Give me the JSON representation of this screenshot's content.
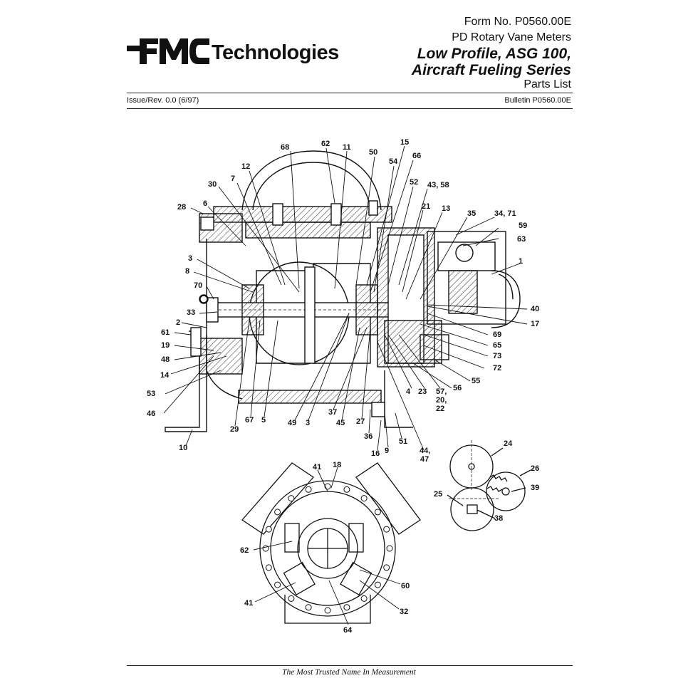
{
  "header": {
    "logo_text": "Technologies",
    "logo_mark": "FMC",
    "form_no": "Form No. P0560.00E",
    "product_line": "PD Rotary Vane Meters",
    "title_line1": "Low Profile, ASG 100,",
    "title_line2": "Aircraft Fueling Series",
    "doc_type": "Parts List",
    "issue": "Issue/Rev. 0.0 (6/97)",
    "bulletin": "Bulletin P0560.00E"
  },
  "callouts": {
    "main": [
      "68",
      "62",
      "11",
      "50",
      "15",
      "66",
      "12",
      "54",
      "7",
      "30",
      "52",
      "43, 58",
      "28",
      "6",
      "21",
      "13",
      "35",
      "34, 71",
      "59",
      "63",
      "3",
      "1",
      "8",
      "70",
      "33",
      "40",
      "2",
      "69",
      "17",
      "61",
      "65",
      "19",
      "73",
      "48",
      "72",
      "14",
      "55",
      "53",
      "56",
      "46",
      "67",
      "5",
      "49",
      "3",
      "37",
      "45",
      "27",
      "57,",
      "20,",
      "22",
      "4",
      "23",
      "29",
      "36",
      "9",
      "51",
      "16",
      "44,",
      "47",
      "10"
    ],
    "end_view": [
      "41",
      "18",
      "62",
      "60",
      "41",
      "32",
      "64"
    ],
    "gears": [
      "24",
      "26",
      "39",
      "25",
      "38"
    ]
  },
  "footer": {
    "tagline": "The Most Trusted Name In Measurement"
  }
}
